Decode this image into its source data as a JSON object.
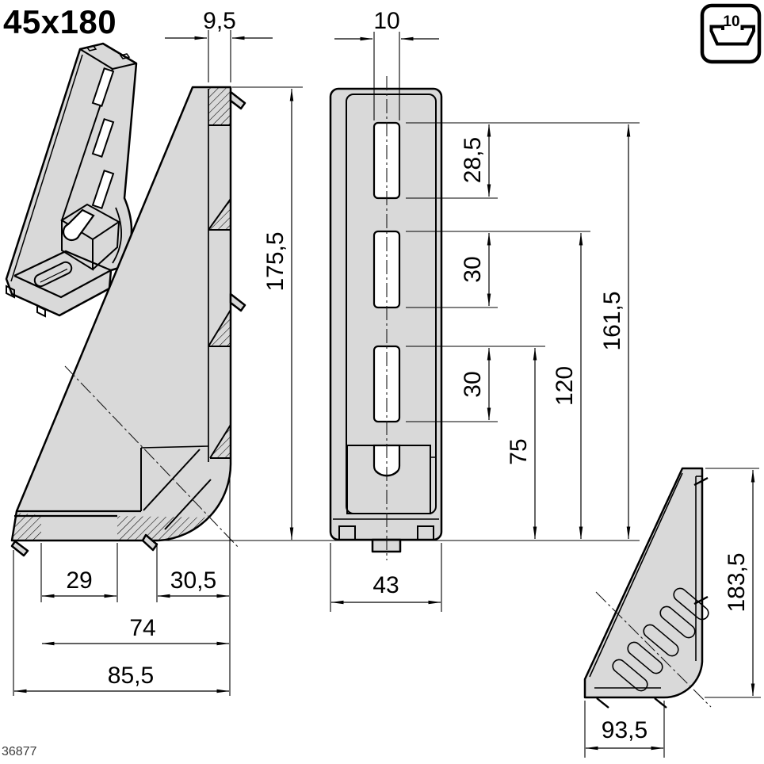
{
  "title": "45x180",
  "footnote": "36877",
  "groove_icon": {
    "size_label": "10"
  },
  "colors": {
    "part_fill": "#d9d9d9",
    "line": "#000000",
    "footnote_color": "#3c3c3c"
  },
  "dimensions": {
    "side_top_thickness": "9,5",
    "slot_width": "10",
    "slot1_length": "28,5",
    "slot2_length": "30",
    "slot3_length": "30",
    "slot3_to_base": "75",
    "slot2_to_base": "120",
    "slot1_to_base": "161,5",
    "side_height": "175,5",
    "front_width": "43",
    "base_inner": "29",
    "base_outer": "30,5",
    "base_span": "74",
    "base_overall": "85,5",
    "profile_height": "183,5",
    "profile_depth": "93,5"
  }
}
